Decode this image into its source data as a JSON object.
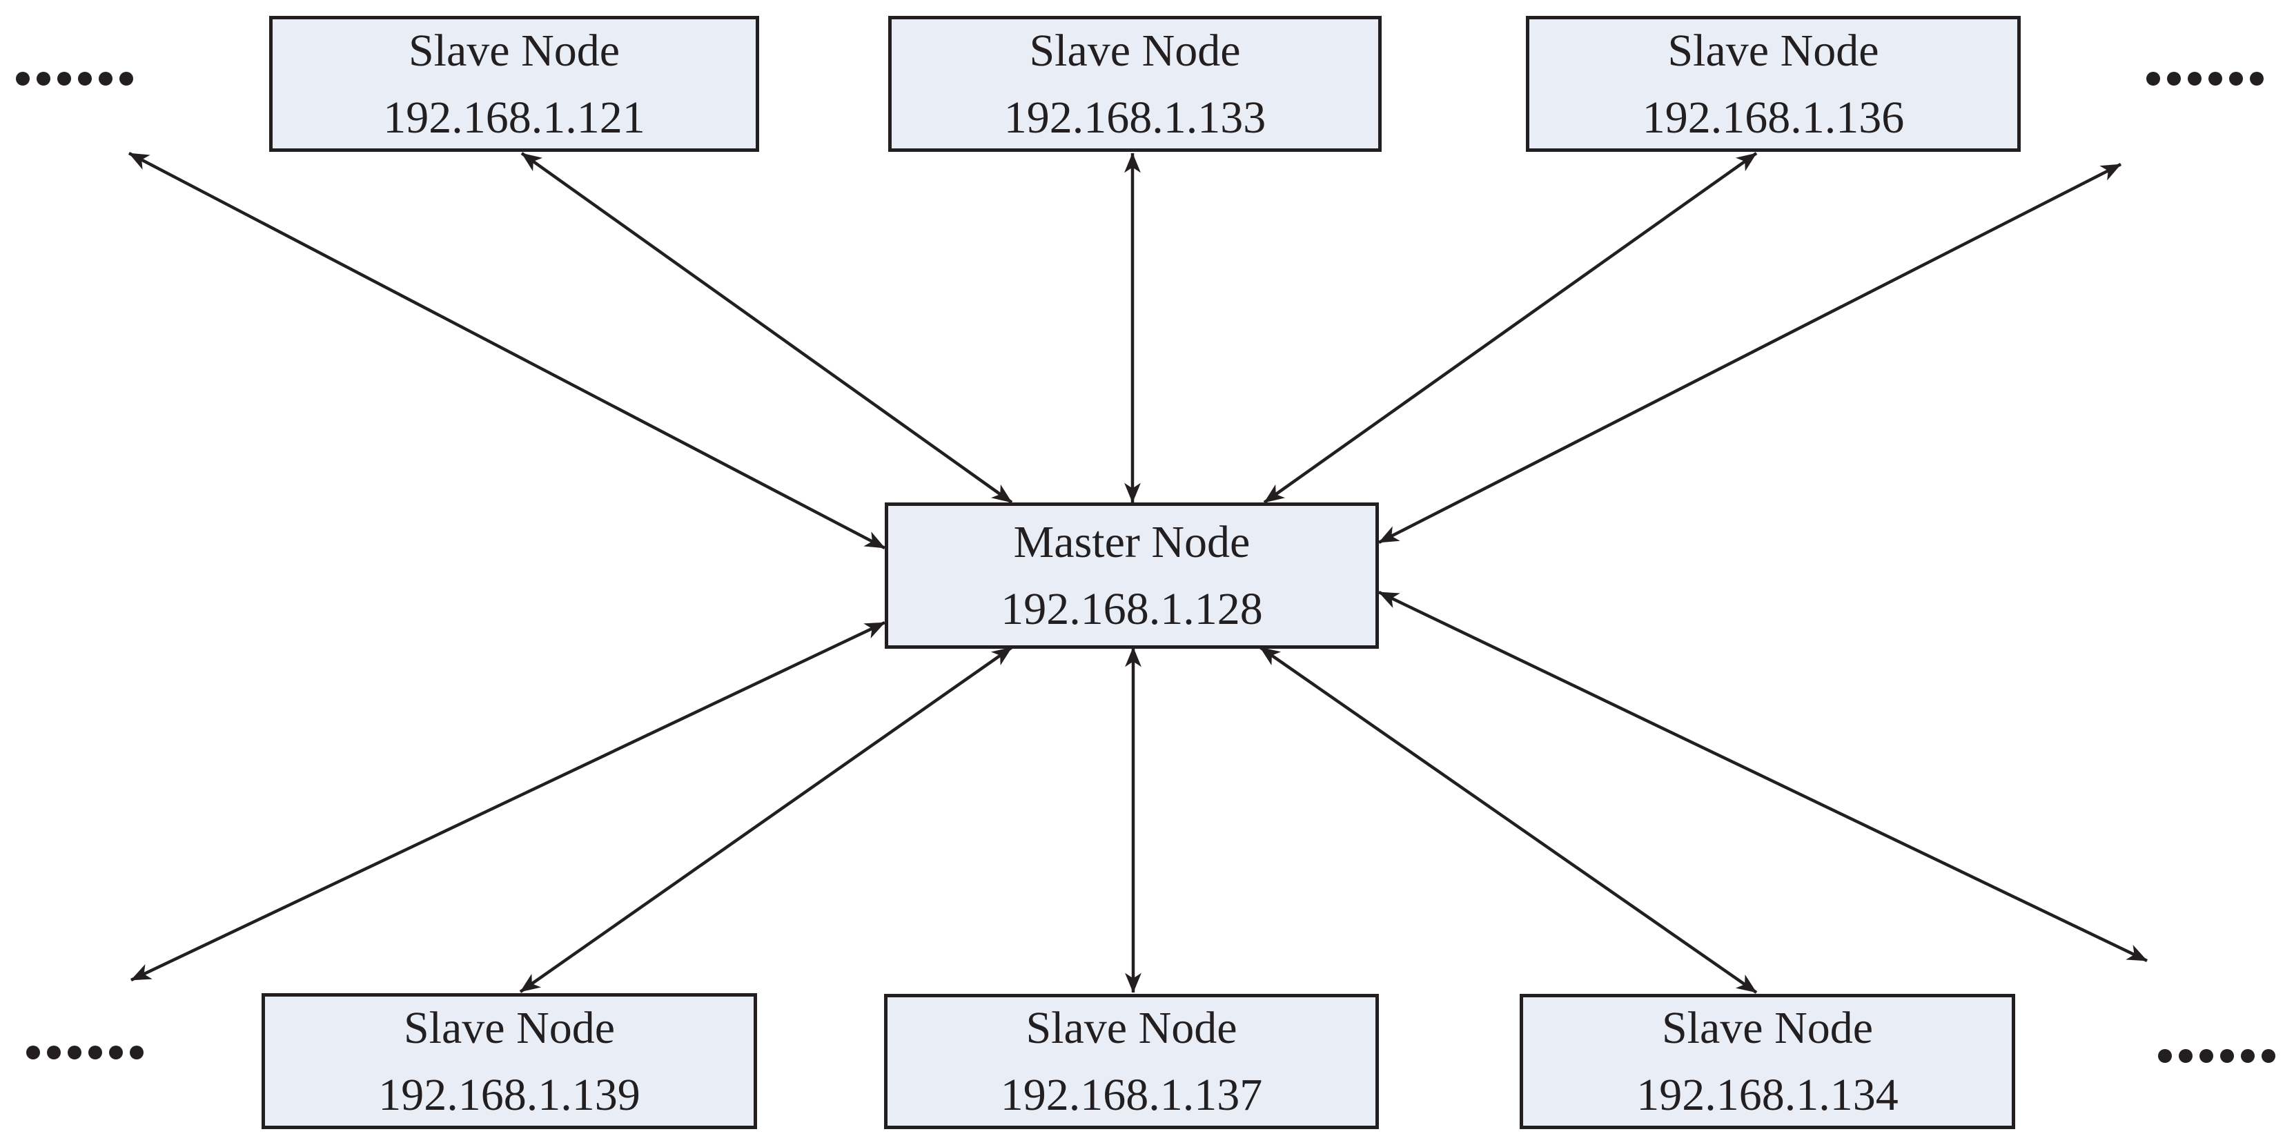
{
  "diagram": {
    "type": "star-network-topology",
    "background_color": "#ffffff",
    "ink_color": "#231f20",
    "node_fill_color": "#e8edf6",
    "node_border_color": "#231f20"
  },
  "master": {
    "role": "Master Node",
    "ip": "192.168.1.128"
  },
  "slaves": [
    {
      "position": "top-left",
      "role": "Slave Node",
      "ip": "192.168.1.121"
    },
    {
      "position": "top-center",
      "role": "Slave Node",
      "ip": "192.168.1.133"
    },
    {
      "position": "top-right",
      "role": "Slave Node",
      "ip": "192.168.1.136"
    },
    {
      "position": "bottom-left",
      "role": "Slave Node",
      "ip": "192.168.1.139"
    },
    {
      "position": "bottom-center",
      "role": "Slave Node",
      "ip": "192.168.1.137"
    },
    {
      "position": "bottom-right",
      "role": "Slave Node",
      "ip": "192.168.1.134"
    }
  ],
  "ellipses": [
    {
      "position": "top-left",
      "symbol": "......"
    },
    {
      "position": "top-right",
      "symbol": "......"
    },
    {
      "position": "bottom-left",
      "symbol": "......"
    },
    {
      "position": "bottom-right",
      "symbol": "......"
    }
  ],
  "edges": [
    {
      "from": "Master Node 192.168.1.128",
      "to": "Slave Node 192.168.1.121",
      "bidirectional": true
    },
    {
      "from": "Master Node 192.168.1.128",
      "to": "Slave Node 192.168.1.133",
      "bidirectional": true
    },
    {
      "from": "Master Node 192.168.1.128",
      "to": "Slave Node 192.168.1.136",
      "bidirectional": true
    },
    {
      "from": "Master Node 192.168.1.128",
      "to": "Slave Node 192.168.1.139",
      "bidirectional": true
    },
    {
      "from": "Master Node 192.168.1.128",
      "to": "Slave Node 192.168.1.137",
      "bidirectional": true
    },
    {
      "from": "Master Node 192.168.1.128",
      "to": "Slave Node 192.168.1.134",
      "bidirectional": true
    },
    {
      "from": "Master Node 192.168.1.128",
      "to": "more nodes (top-left ellipsis)",
      "bidirectional": true
    },
    {
      "from": "Master Node 192.168.1.128",
      "to": "more nodes (top-right ellipsis)",
      "bidirectional": true
    },
    {
      "from": "Master Node 192.168.1.128",
      "to": "more nodes (bottom-left ellipsis)",
      "bidirectional": true
    },
    {
      "from": "Master Node 192.168.1.128",
      "to": "more nodes (bottom-right ellipsis)",
      "bidirectional": true
    }
  ]
}
